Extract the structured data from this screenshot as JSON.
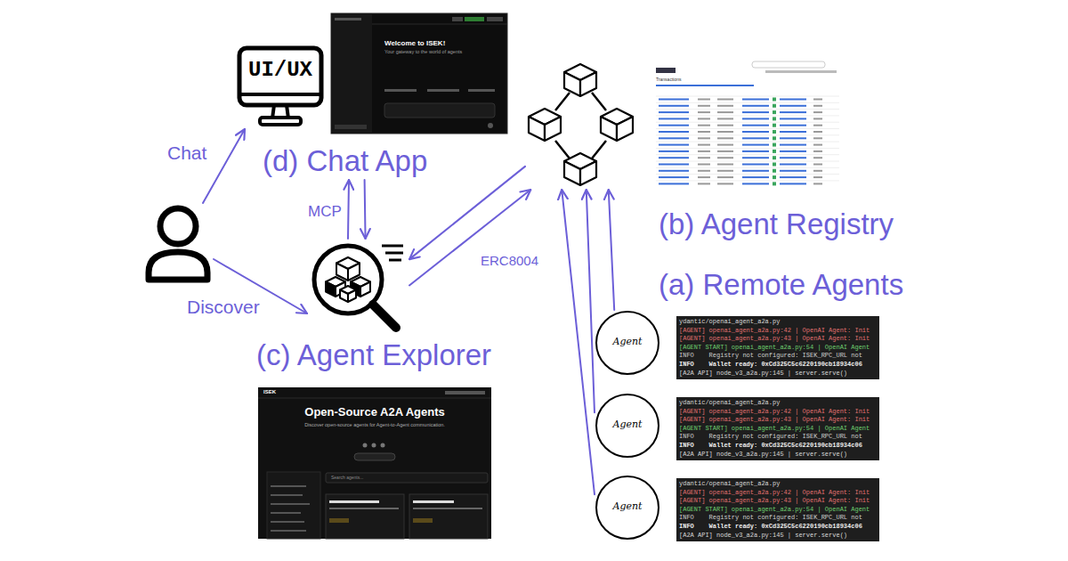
{
  "diagram": {
    "nodes": [
      {
        "text": []
      },
      {
        "text": [
          "UI/UX"
        ]
      },
      {
        "text": [
          "(d) Chat App"
        ]
      },
      {
        "text": [
          "(c) Agent Explorer"
        ]
      },
      {
        "text": [
          "(b) Agent Registry"
        ]
      },
      {
        "text": [
          "Agent"
        ]
      },
      {
        "text": [
          "Agent"
        ]
      },
      {
        "text": [
          "Agent"
        ]
      }
    ],
    "edges": [
      {
        "from": 0,
        "to": 1,
        "arrow": "to",
        "label": "Chat"
      },
      {
        "from": 0,
        "to": 3,
        "arrow": "to",
        "label": "Discover"
      },
      {
        "from": 3,
        "to": 2,
        "arrow": "to",
        "label": "MCP"
      },
      {
        "from": 2,
        "to": 3,
        "arrow": "to"
      },
      {
        "from": 3,
        "to": 4,
        "arrow": "to",
        "label": "ERC8004"
      },
      {
        "from": 4,
        "to": 3,
        "arrow": "to"
      },
      {
        "from": 5,
        "to": 4,
        "arrow": "to"
      },
      {
        "from": 6,
        "to": 4,
        "arrow": "to"
      },
      {
        "from": 7,
        "to": 4,
        "arrow": "to"
      }
    ],
    "labels": [
      "(a) Remote Agents",
      "Welcome to ISEK!",
      "Your gateway to the world of agents",
      "Transactions",
      "ISEK",
      "Open-Source A2A Agents",
      "Discover open-source agents for Agent-to-Agent communication.",
      "Search agents...",
      "ydantic/openai_agent_a2a.py",
      "[AGENT] openai_agent_a2a.py:42 | OpenAI Agent: Init",
      "[AGENT] openai_agent_a2a.py:43 | OpenAI Agent: Init",
      "[AGENT START] openai_agent_a2a.py:54 | OpenAI Agent",
      "INFO    Registry not configured: ISEK_RPC_URL not",
      "INFO    Wallet ready: 0xCd325C5c6220190cb18934c06",
      "[A2A API] node_v3_a2a.py:145 | server.serve()",
      "ydantic/openai_agent_a2a.py",
      "[AGENT] openai_agent_a2a.py:42 | OpenAI Agent: Init",
      "[AGENT] openai_agent_a2a.py:43 | OpenAI Agent: Init",
      "[AGENT START] openai_agent_a2a.py:54 | OpenAI Agent",
      "INFO    Registry not configured: ISEK_RPC_URL not",
      "INFO    Wallet ready: 0xCd325C5c6220190cb18934c06",
      "[A2A API] node_v3_a2a.py:145 | server.serve()",
      "ydantic/openai_agent_a2a.py",
      "[AGENT] openai_agent_a2a.py:42 | OpenAI Agent: Init",
      "[AGENT] openai_agent_a2a.py:43 | OpenAI Agent: Init",
      "[AGENT START] openai_agent_a2a.py:54 | OpenAI Agent",
      "INFO    Registry not configured: ISEK_RPC_URL not",
      "INFO    Wallet ready: 0xCd325C5c6220190cb18934c06",
      "[A2A API] node_v3_a2a.py:145 | server.serve()"
    ]
  }
}
